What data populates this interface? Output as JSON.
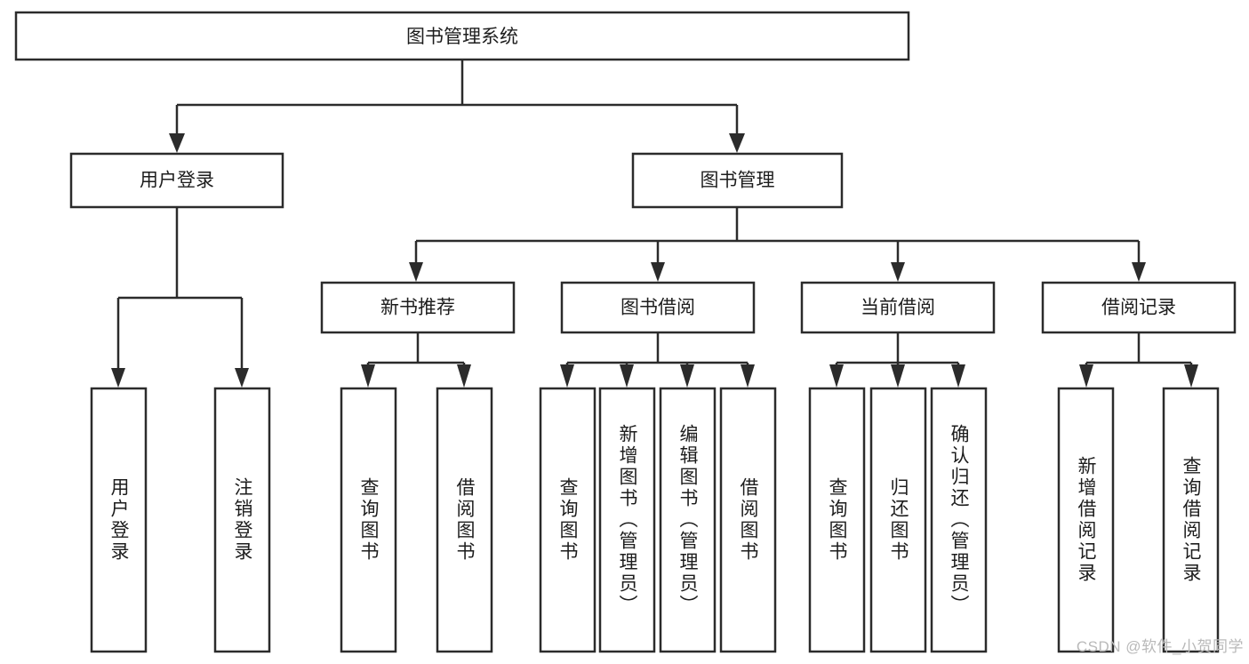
{
  "diagram": {
    "type": "tree-hierarchy-chart",
    "root": {
      "id": "root",
      "label": "图书管理系统"
    },
    "level1": [
      {
        "id": "user-login",
        "label": "用户登录"
      },
      {
        "id": "book-management",
        "label": "图书管理"
      }
    ],
    "level2": [
      {
        "id": "new-book-recommend",
        "label": "新书推荐",
        "parent": "book-management"
      },
      {
        "id": "book-borrow",
        "label": "图书借阅",
        "parent": "book-management"
      },
      {
        "id": "current-borrow",
        "label": "当前借阅",
        "parent": "book-management"
      },
      {
        "id": "borrow-record",
        "label": "借阅记录",
        "parent": "book-management"
      }
    ],
    "leaves": [
      {
        "id": "leaf-user-login",
        "label": "用户登录",
        "parent": "user-login"
      },
      {
        "id": "leaf-logout-login",
        "label": "注销登录",
        "parent": "user-login"
      },
      {
        "id": "leaf-query-book-1",
        "label": "查询图书",
        "parent": "new-book-recommend"
      },
      {
        "id": "leaf-borrow-book-1",
        "label": "借阅图书",
        "parent": "new-book-recommend"
      },
      {
        "id": "leaf-query-book-2",
        "label": "查询图书",
        "parent": "book-borrow"
      },
      {
        "id": "leaf-add-book",
        "label": "新增图书（管理员）",
        "parent": "book-borrow"
      },
      {
        "id": "leaf-edit-book",
        "label": "编辑图书（管理员）",
        "parent": "book-borrow"
      },
      {
        "id": "leaf-borrow-book-2",
        "label": "借阅图书",
        "parent": "book-borrow"
      },
      {
        "id": "leaf-query-book-3",
        "label": "查询图书",
        "parent": "current-borrow"
      },
      {
        "id": "leaf-return-book",
        "label": "归还图书",
        "parent": "current-borrow"
      },
      {
        "id": "leaf-confirm-return",
        "label": "确认归还（管理员）",
        "parent": "current-borrow"
      },
      {
        "id": "leaf-add-record",
        "label": "新增借阅记录",
        "parent": "borrow-record"
      },
      {
        "id": "leaf-query-record",
        "label": "查询借阅记录",
        "parent": "borrow-record"
      }
    ],
    "colors": {
      "stroke": "#2b2b2b",
      "fill": "#ffffff",
      "text": "#1d1d1d",
      "watermark": "#b9b9b9"
    }
  },
  "watermark": {
    "label": "CSDN @软件_小贺同学"
  }
}
